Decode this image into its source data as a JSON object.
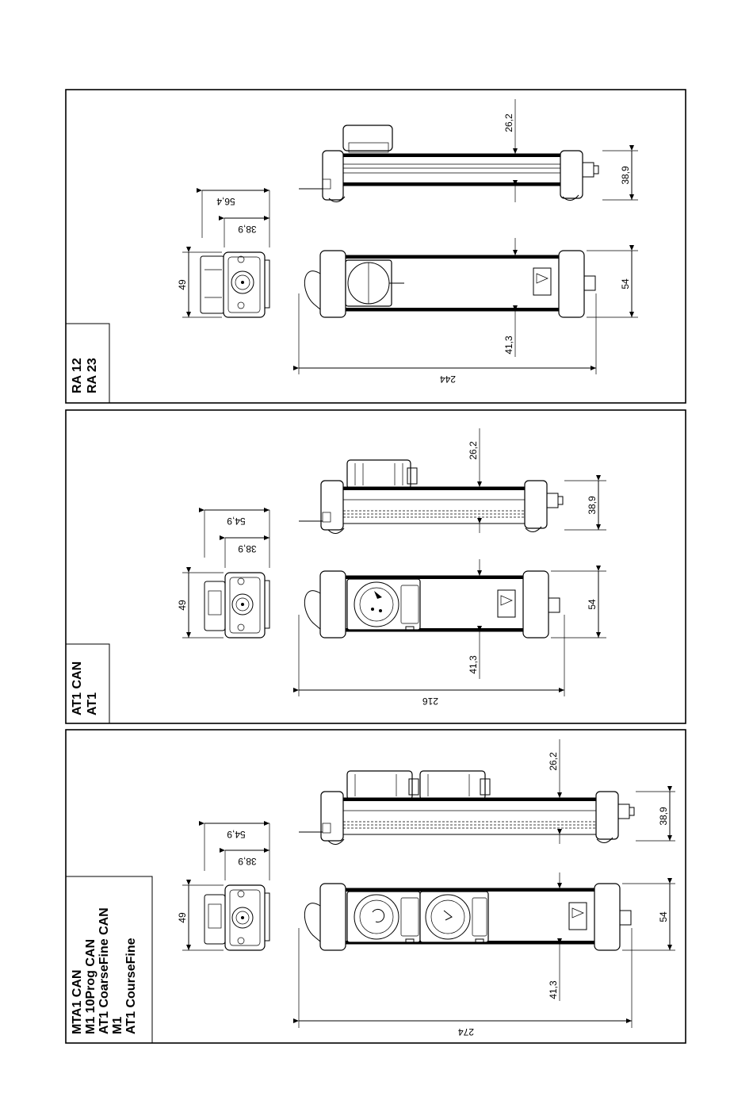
{
  "panels": [
    {
      "title_lines": [
        "RA 12",
        "RA 23"
      ],
      "dims": {
        "top_depth": "26,2",
        "side_height": "38,9",
        "front_height": "54",
        "bottom_offset": "41,3",
        "length": "244",
        "end_depth": "56,4",
        "end_height": "38,9",
        "end_width": "49"
      }
    },
    {
      "title_lines": [
        "AT1 CAN",
        "AT1"
      ],
      "dims": {
        "top_depth": "26,2",
        "side_height": "38,9",
        "front_height": "54",
        "bottom_offset": "41,3",
        "length": "216",
        "end_depth": "54,9",
        "end_height": "38,9",
        "end_width": "49"
      }
    },
    {
      "title_lines": [
        "MTA1 CAN",
        "M1 10Prog CAN",
        "AT1 CoarseFine CAN",
        "M1",
        "AT1 CourseFine"
      ],
      "dims": {
        "top_depth": "26,2",
        "side_height": "38,9",
        "front_height": "54",
        "bottom_offset": "41,3",
        "length": "274",
        "end_depth": "54,9",
        "end_height": "38,9",
        "end_width": "49"
      }
    }
  ]
}
